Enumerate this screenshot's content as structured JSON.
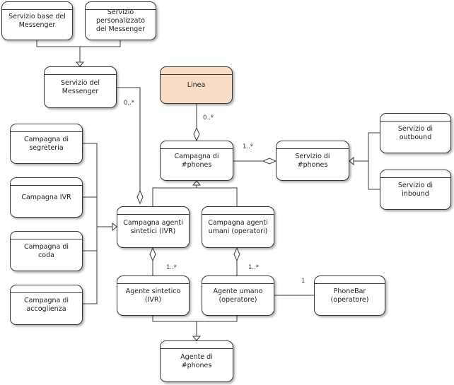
{
  "colors": {
    "line": "#3a3a3a",
    "accent_fill": "#f8dcc6",
    "box_fill": "#ffffff"
  },
  "nodes": {
    "servizio_base": "Servizio base del\nMessenger",
    "servizio_personalizzato": "Servizio personalizzato\ndel Messenger",
    "servizio_messenger": "Servizio del Messenger",
    "linea": "Linea",
    "campagna_segreteria": "Campagna di\nsegreteria",
    "campagna_ivr": "Campagna IVR",
    "campagna_coda": "Campagna di coda",
    "campagna_accoglienza": "Campagna di\naccoglienza",
    "campagna_phones": "Campagna di #phones",
    "servizio_phones": "Servizio di #phones",
    "servizio_outbound": "Servizio di outbound",
    "servizio_inbound": "Servizio di inbound",
    "campagna_agenti_sintetici": "Campagna agenti\nsintetici (IVR)",
    "campagna_agenti_umani": "Campagna agenti\numani (operatori)",
    "agente_sintetico": "Agente sintetico (IVR)",
    "agente_umano": "Agente umano\n(operatore)",
    "phonebar": "PhoneBar (operatore)",
    "agente_phones": "Agente di #phones"
  },
  "multiplicities": {
    "messenger_campagna": "0..*",
    "linea_campagna": "0..*",
    "campagna_servizio": "1..*",
    "sintetici_agente": "1..*",
    "umani_agente": "1..*",
    "phonebar_one": "1"
  }
}
